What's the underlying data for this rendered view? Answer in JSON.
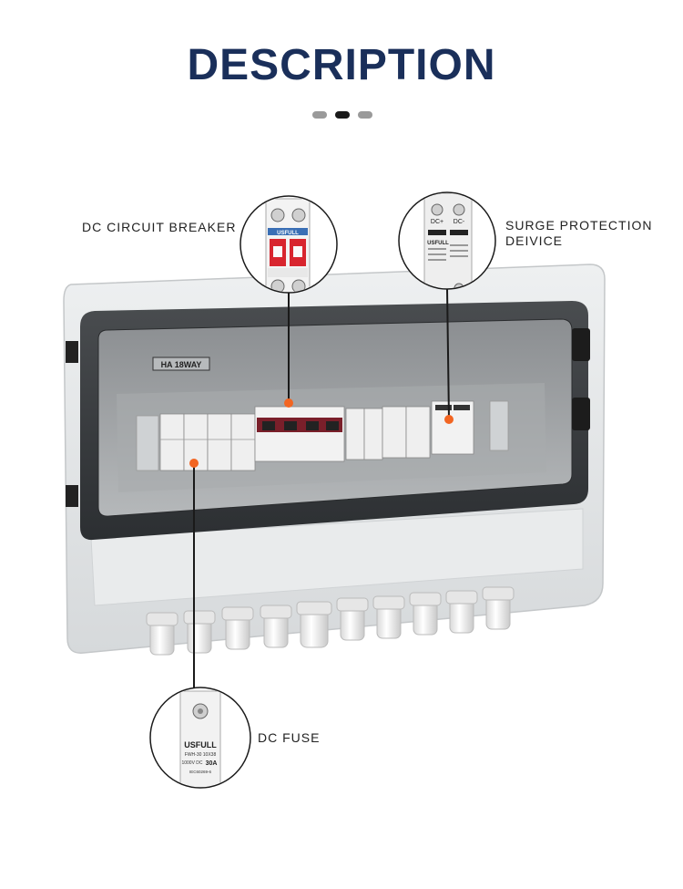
{
  "page": {
    "title": "DESCRIPTION"
  },
  "carousel": {
    "total": 3,
    "active_index": 1
  },
  "callouts": {
    "breaker": {
      "label": "DC CIRCUIT BREAKER",
      "brand": "USFULL"
    },
    "spd": {
      "label_line1": "SURGE PROTECTION",
      "label_line2": "DEIVICE",
      "brand": "USFULL",
      "terminal_plus": "DC+",
      "terminal_minus": "DC-"
    },
    "fuse": {
      "label": "DC FUSE",
      "brand": "USFULL",
      "model": "FWH-30 10X38",
      "rating_voltage": "1000V DC",
      "rating_current": "30A",
      "code": "IEC60269-6"
    }
  },
  "enclosure": {
    "tag": "HA 18WAY",
    "breaker_brand": "USFULL"
  },
  "colors": {
    "title": "#1a2f5a",
    "accent_marker": "#f26522",
    "breaker_red": "#d8252e",
    "enclosure_grey": "#e4e6e8",
    "window_smoke": "#3a3d40"
  }
}
